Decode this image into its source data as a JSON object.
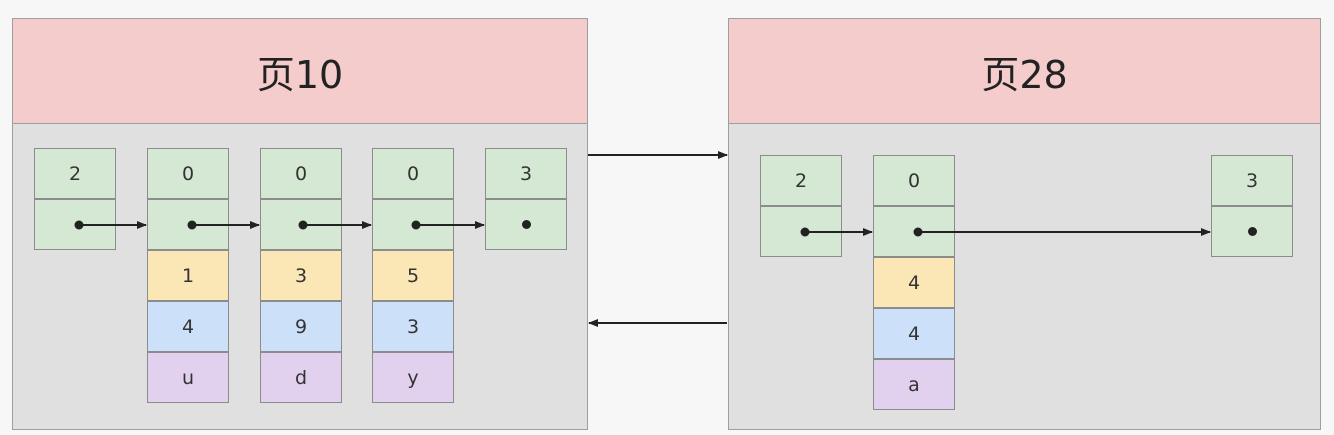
{
  "pages": [
    {
      "title": "页10",
      "records": [
        {
          "header": "2",
          "fields": []
        },
        {
          "header": "0",
          "fields": [
            "1",
            "4",
            "u"
          ]
        },
        {
          "header": "0",
          "fields": [
            "3",
            "9",
            "d"
          ]
        },
        {
          "header": "0",
          "fields": [
            "5",
            "3",
            "y"
          ]
        },
        {
          "header": "3",
          "fields": []
        }
      ]
    },
    {
      "title": "页28",
      "records": [
        {
          "header": "2",
          "fields": []
        },
        {
          "header": "0",
          "fields": [
            "4",
            "4",
            "a"
          ]
        },
        {
          "header": "3",
          "fields": []
        }
      ]
    }
  ],
  "colors": {
    "page_header": "#f4cccc",
    "page_body": "#e0e0e0",
    "record_header": "#d5e8d4",
    "field_1": "#fbe6b5",
    "field_2": "#cce0fa",
    "field_3": "#e2d0ef",
    "arrow": "#222222"
  }
}
